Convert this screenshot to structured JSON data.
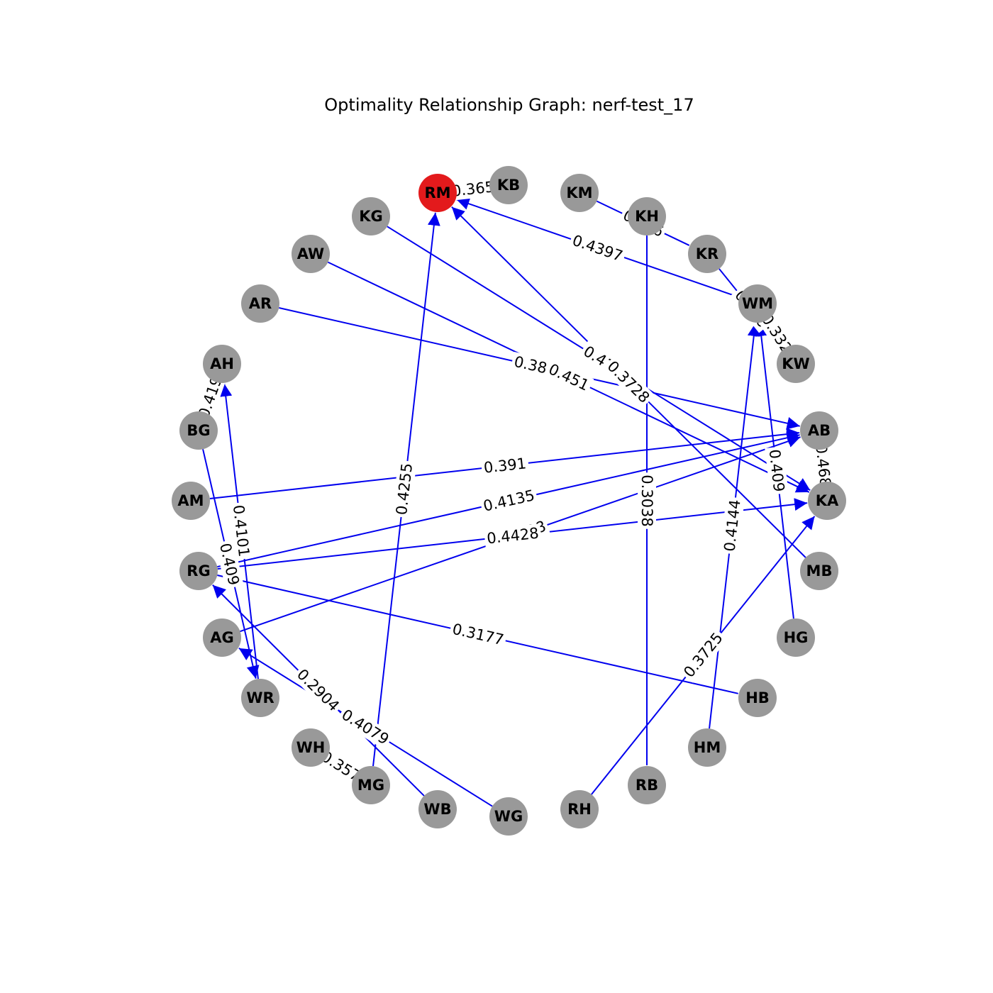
{
  "title": "Optimality Relationship Graph: nerf-test_17",
  "colors": {
    "node_default": "#999999",
    "node_highlight": "#e31a1c",
    "edge": "#0000ee",
    "text": "#000000"
  },
  "nodes": [
    {
      "id": "RM",
      "highlight": true
    },
    {
      "id": "KB"
    },
    {
      "id": "KM"
    },
    {
      "id": "KH"
    },
    {
      "id": "KR"
    },
    {
      "id": "WM"
    },
    {
      "id": "KW"
    },
    {
      "id": "AB"
    },
    {
      "id": "KA"
    },
    {
      "id": "MB"
    },
    {
      "id": "HG"
    },
    {
      "id": "HB"
    },
    {
      "id": "HM"
    },
    {
      "id": "RB"
    },
    {
      "id": "RH"
    },
    {
      "id": "WG"
    },
    {
      "id": "WB"
    },
    {
      "id": "MG"
    },
    {
      "id": "WH"
    },
    {
      "id": "WR"
    },
    {
      "id": "AG"
    },
    {
      "id": "RG"
    },
    {
      "id": "AM"
    },
    {
      "id": "BG"
    },
    {
      "id": "AH"
    },
    {
      "id": "AR"
    },
    {
      "id": "AW"
    },
    {
      "id": "KG"
    }
  ],
  "edges": [
    {
      "source": "RM",
      "target": "KB",
      "label": "0.365",
      "directed": false
    },
    {
      "source": "WM",
      "target": "RM",
      "label": "0.4397",
      "directed": true
    },
    {
      "source": "KM",
      "target": "KR",
      "label": "0.416",
      "directed": false
    },
    {
      "source": "KH",
      "target": "RB",
      "label": "0.3038",
      "directed": false
    },
    {
      "source": "KR",
      "target": "KW",
      "label": "0.336",
      "directed": false
    },
    {
      "source": "WM",
      "target": "KW",
      "label": "0.332",
      "directed": false
    },
    {
      "source": "AR",
      "target": "AB",
      "label": "0.3883",
      "directed": true
    },
    {
      "source": "AW",
      "target": "KA",
      "label": "0.451",
      "directed": true
    },
    {
      "source": "KG",
      "target": "KA",
      "label": "0.41",
      "directed": true
    },
    {
      "source": "MB",
      "target": "RM",
      "label": "0.3728",
      "directed": true
    },
    {
      "source": "HG",
      "target": "WM",
      "label": "0.409",
      "directed": true
    },
    {
      "source": "AB",
      "target": "KA",
      "label": "0.468",
      "directed": false
    },
    {
      "source": "AM",
      "target": "AB",
      "label": "0.391",
      "directed": true
    },
    {
      "source": "RG",
      "target": "AB",
      "label": "0.4135",
      "directed": true
    },
    {
      "source": "AG",
      "target": "AB",
      "label": "0.4428",
      "directed": true
    },
    {
      "source": "RG",
      "target": "KA",
      "label": "0.4428",
      "directed": true
    },
    {
      "source": "MG",
      "target": "RM",
      "label": "0.4255",
      "directed": true
    },
    {
      "source": "HM",
      "target": "WM",
      "label": "0.4144",
      "directed": true
    },
    {
      "source": "RH",
      "target": "KA",
      "label": "0.3725",
      "directed": true
    },
    {
      "source": "RG",
      "target": "HB",
      "label": "0.3177",
      "directed": false
    },
    {
      "source": "WR",
      "target": "AH",
      "label": "0.4101",
      "directed": true
    },
    {
      "source": "BG",
      "target": "WR",
      "label": "0.409",
      "directed": true
    },
    {
      "source": "BG",
      "target": "AH",
      "label": "0.419",
      "directed": false
    },
    {
      "source": "WB",
      "target": "RG",
      "label": "0.2904",
      "directed": true
    },
    {
      "source": "WG",
      "target": "AG",
      "label": "0.4079",
      "directed": true
    },
    {
      "source": "WH",
      "target": "MG",
      "label": "0.357",
      "directed": false
    }
  ]
}
